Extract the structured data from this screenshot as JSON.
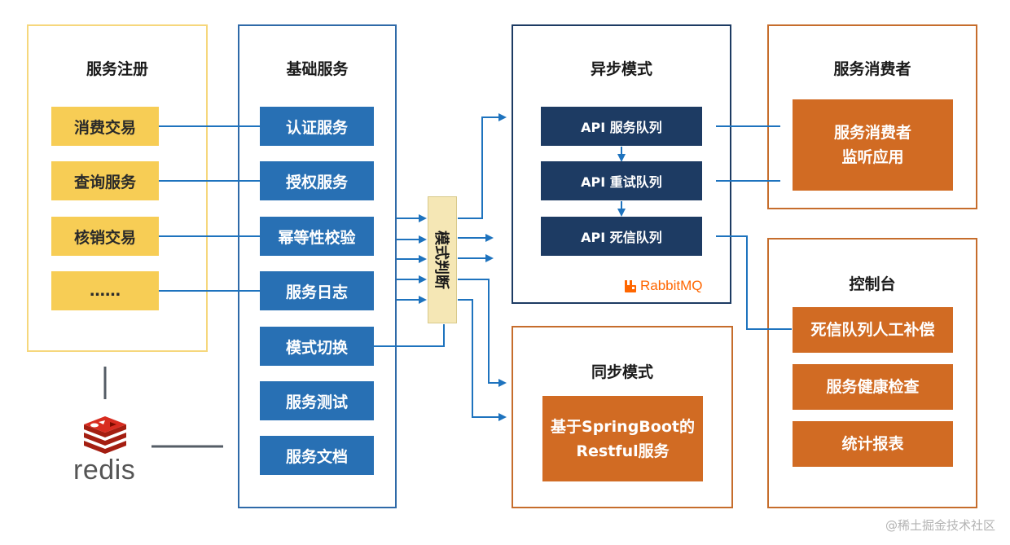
{
  "registry": {
    "title": "服务注册",
    "items": [
      "消费交易",
      "查询服务",
      "核销交易",
      "……"
    ]
  },
  "base": {
    "title": "基础服务",
    "items": [
      "认证服务",
      "授权服务",
      "幂等性校验",
      "服务日志",
      "模式切换",
      "服务测试",
      "服务文档"
    ]
  },
  "judge": {
    "label": "模式判断"
  },
  "async": {
    "title": "异步模式",
    "queues": [
      "API 服务队列",
      "API 重试队列",
      "API 死信队列"
    ],
    "brand": "RabbitMQ"
  },
  "sync": {
    "title": "同步模式",
    "service": "基于SpringBoot的\nRestful服务"
  },
  "consumer": {
    "title": "服务消费者",
    "app": "服务消费者\n监听应用"
  },
  "console": {
    "title": "控制台",
    "items": [
      "死信队列人工补偿",
      "服务健康检查",
      "统计报表"
    ]
  },
  "redis": {
    "label": "redis"
  },
  "watermark": "@稀土掘金技术社区",
  "colors": {
    "registry_border": "#f6d77c",
    "registry_item": "#f7cd55",
    "base_border": "#2f6aa8",
    "base_item": "#2870b4",
    "queue": "#1d3b63",
    "async_border": "#1d3b63",
    "orange_border": "#c66d2c",
    "orange_item": "#d16b23",
    "arrow": "#1e73be",
    "judge": "#f5e7b5"
  }
}
